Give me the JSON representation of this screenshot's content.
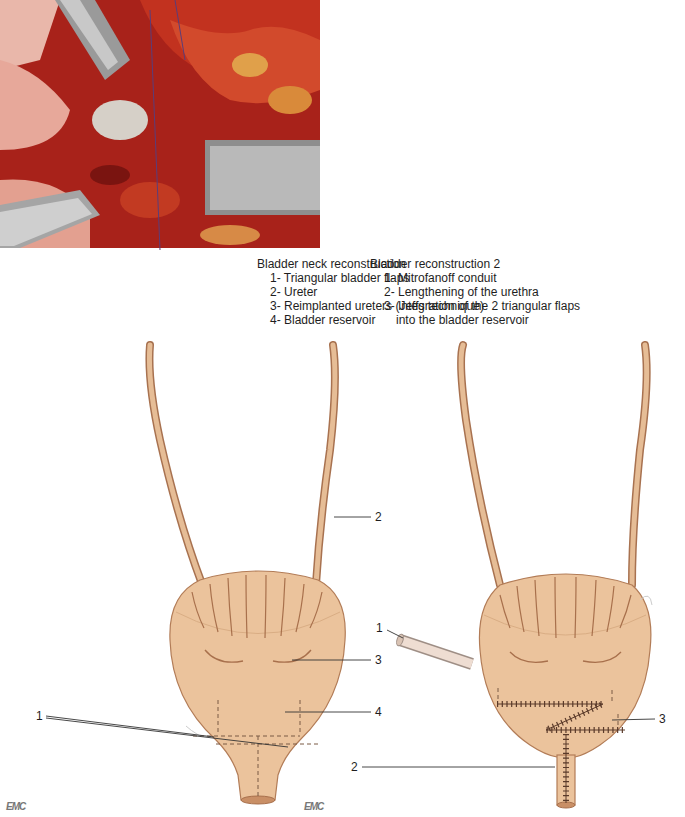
{
  "diagram": {
    "labels": [
      "Bladder neck reconstruction",
      "1- Triangular bladder flaps",
      "2- Ureter",
      "3- Reimplanted ureters (Jeffs technique)",
      "4- Bladder reservoir",
      "Bladder reconstruction 2",
      "1- Mitrofanoff conduit",
      "2- Lengthening of the urethra",
      "3- Integration of the 2 triangular flaps into the bladder reservoir",
      "2",
      "1",
      "3",
      "4",
      "1",
      "3",
      "2",
      "EMC",
      "EMC"
    ]
  }
}
